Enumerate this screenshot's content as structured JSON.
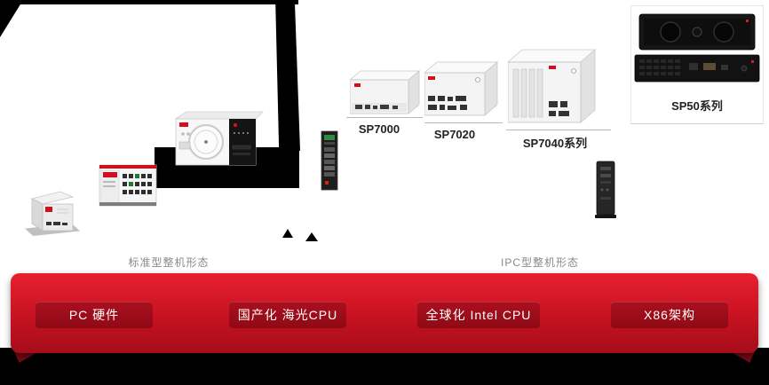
{
  "captions": {
    "left": "标准型整机形态",
    "right": "IPC型整机形态"
  },
  "products": {
    "sp7000_label": "SP7000",
    "sp7020_label": "SP7020",
    "sp7040_label": "SP7040系列",
    "sp50_label": "SP50系列"
  },
  "banner": {
    "buttons": [
      {
        "label": "PC 硬件"
      },
      {
        "label": "国产化 海光CPU"
      },
      {
        "label": "全球化 Intel CPU"
      },
      {
        "label": "X86架构"
      }
    ]
  },
  "colors": {
    "background": "#ffffff",
    "backdrop_black": "#000000",
    "banner_red": "#c51120",
    "button_red": "#a00d1b",
    "accent_red": "#cf1020",
    "caption_grey": "#8a8a8a"
  }
}
